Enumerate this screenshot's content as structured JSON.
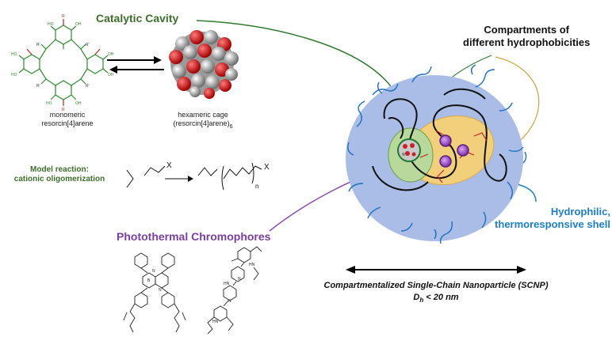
{
  "labels": {
    "catalytic_cavity": "Catalytic Cavity",
    "compartments_line1": "Compartments of",
    "compartments_line2": "different hydrophobicities",
    "monomeric_line1": "monomeric",
    "monomeric_line2": "resorcin[4]arene",
    "hexameric_line1": "hexameric cage",
    "hexameric_line2": "(resorcin[4]arene)",
    "hexameric_subscript": "6",
    "model_reaction_line1": "Model reaction:",
    "model_reaction_line2": "cationic oligomerization",
    "hydrophilic_line1": "Hydrophilic,",
    "hydrophilic_line2": "thermoresponsive shell",
    "photothermal": "Photothermal Chromophores",
    "scnp_line1": "Compartmentalized Single-Chain Nanoparticle (SCNP)",
    "scnp_dh": "D",
    "scnp_dh_sub": "h",
    "scnp_dh_value": " < 20 nm",
    "reaction_x1": "X",
    "reaction_x2": "X",
    "reaction_n": "n"
  },
  "colors": {
    "green": "#3e6f2a",
    "purple": "#7b3fa0",
    "blue": "#1c7fc6",
    "shell": "#a9bde6",
    "compartment_yellow": "#f2cf7a",
    "compartment_green": "#b9d89c",
    "chain_red": "#c8202a"
  }
}
